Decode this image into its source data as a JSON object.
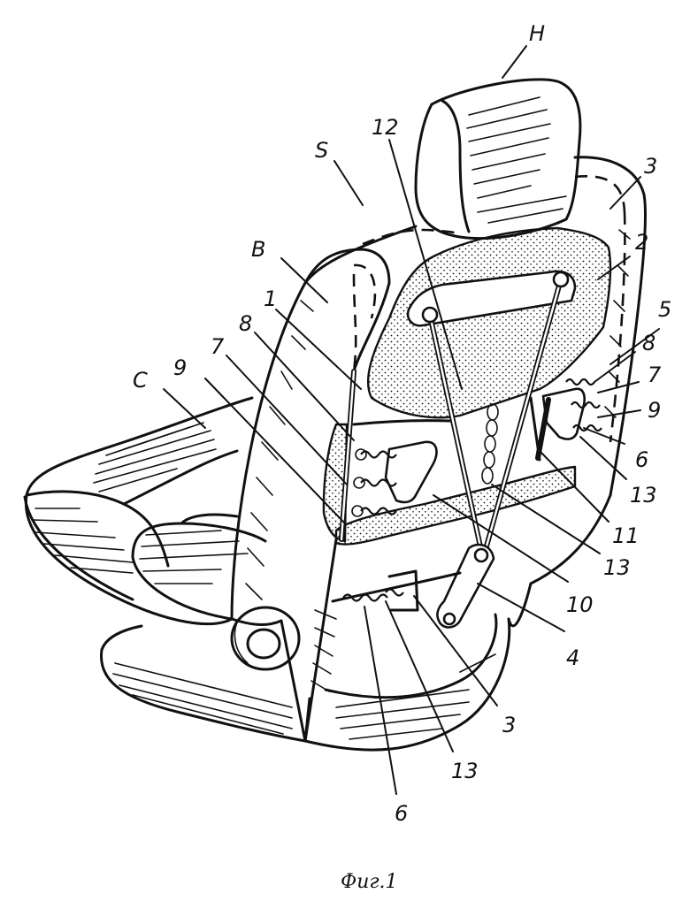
{
  "figure": {
    "caption": "Фиг.1",
    "labels": {
      "H": "H",
      "S": "S",
      "B": "B",
      "C": "C",
      "n12": "12",
      "n3_top": "3",
      "n2": "2",
      "n1": "1",
      "n8_left": "8",
      "n7_left": "7",
      "n9_left": "9",
      "n5": "5",
      "n8_right": "8",
      "n7_right": "7",
      "n9_right": "9",
      "n6_right": "6",
      "n13_right": "13",
      "n11": "11",
      "n13_mid": "13",
      "n10": "10",
      "n4": "4",
      "n3_bottom": "3",
      "n13_bottom": "13",
      "n6_bottom": "6"
    }
  }
}
